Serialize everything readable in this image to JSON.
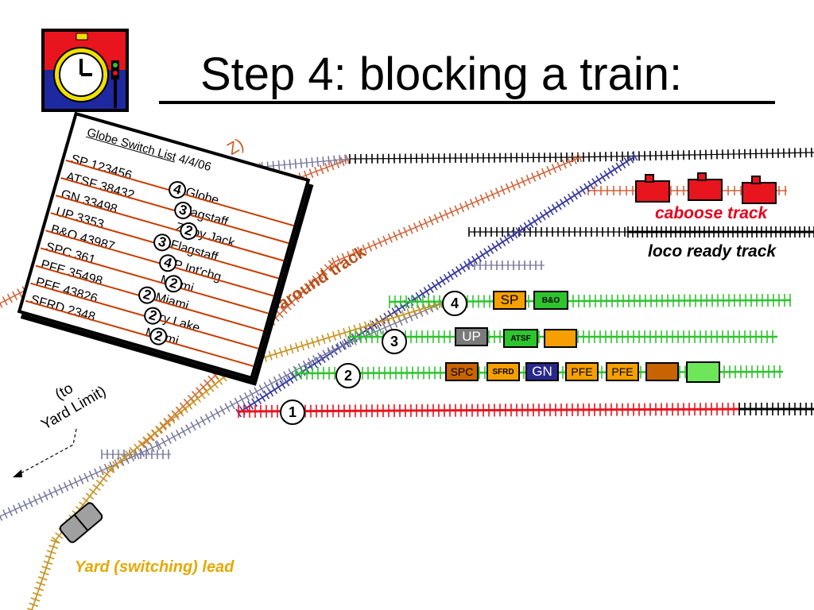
{
  "title": "Step 4:  blocking a train:",
  "labels": {
    "caboose_track": "caboose track",
    "loco_ready_track": "loco ready track",
    "yard_lead": "Yard (switching) lead",
    "run_around": "Yard run-around track",
    "bg_track_partial": "track",
    "bg_track_partial2": "Z)",
    "yard_limit_line1": "(to",
    "yard_limit_line2": "Yard Limit)"
  },
  "tracks": [
    {
      "num": "4",
      "cars": [
        "SP",
        "B&O"
      ]
    },
    {
      "num": "3",
      "cars": [
        "UP",
        "ATSF",
        ""
      ]
    },
    {
      "num": "2",
      "cars": [
        "SPC",
        "SFRD",
        "GN",
        "PFE",
        "PFE",
        "",
        ""
      ]
    },
    {
      "num": "1",
      "cars": []
    }
  ],
  "switch_list": {
    "title": "Globe Switch List",
    "date": "4/4/06",
    "rows": [
      {
        "car": "SP 123456",
        "dest": "Globe",
        "block": "4"
      },
      {
        "car": "ATSF 38432",
        "dest": "Flagstaff",
        "block": "3"
      },
      {
        "car": "GN 33498",
        "dest": "Zippy Jack",
        "block": "2"
      },
      {
        "car": "UP 3353",
        "dest": "Flagstaff",
        "block": "3"
      },
      {
        "car": "B&O 43987",
        "dest": "SP Int'chg",
        "block": "4"
      },
      {
        "car": "SPC 361",
        "dest": "Miami",
        "block": "2"
      },
      {
        "car": "PFE 35498",
        "dest": "Miami",
        "block": "2"
      },
      {
        "car": "PFE 43826",
        "dest": "Dry Lake",
        "block": "2"
      },
      {
        "car": "SFRD 2348",
        "dest": "Miami",
        "block": "2"
      }
    ]
  },
  "colors": {
    "track1": "#e8141e",
    "track2": "#2ec42e",
    "track_runaround": "#3c3ca0",
    "track_lead": "#c89628",
    "track_bg_orange": "#d2643c",
    "track_black": "#000000",
    "track_gray": "#7a7aa0",
    "caboose": "#e8141e",
    "car_orange": "#f5a000",
    "car_brown": "#c86400",
    "car_green": "#2ec42e",
    "car_lightgreen": "#6ee65a",
    "car_gray": "#7a7a7a",
    "car_navy": "#28288c"
  },
  "icons": [
    "pocket-watch-icon",
    "signal-icon",
    "locomotive-icon"
  ]
}
